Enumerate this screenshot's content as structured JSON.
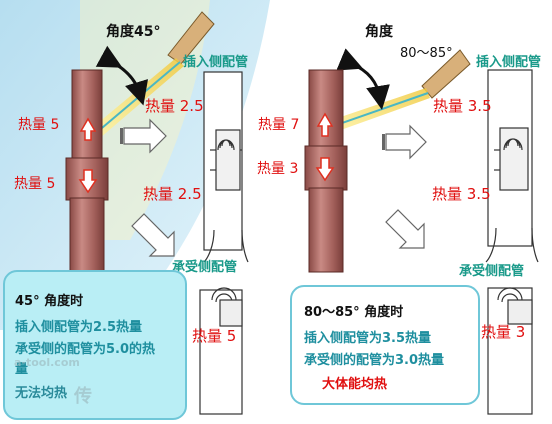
{
  "left": {
    "angle_label": "角度45°",
    "insert_side": "插入侧配管",
    "receive_side": "承受侧配管",
    "heat_insert": "热量 5",
    "heat_receive": "热量 5",
    "socket_heat_top": "热量 2.5",
    "socket_heat_bottom": "热量 2.5",
    "lower_heat": "热量 5"
  },
  "right": {
    "angle_label": "角度",
    "angle_value": "80～85°",
    "insert_side": "插入侧配管",
    "receive_side": "承受侧配管",
    "heat_insert": "热量 7",
    "heat_receive": "热量 3",
    "socket_heat_top": "热量 3.5",
    "socket_heat_bottom": "热量 3.5",
    "lower_heat": "热量 3"
  },
  "box_left": {
    "title": "45°  角度时",
    "line1": "插入侧配管为2.5热量",
    "line2": "承受侧的配管为5.0的热",
    "line3": "量",
    "line4": "无法均热"
  },
  "box_right": {
    "title": "80～85°  角度时",
    "line1": "插入侧配管为3.5热量",
    "line2": "承受侧的配管为3.0热量",
    "line3": "大体能均热"
  },
  "watermark": {
    "text1": "a-tool.com",
    "text2": "传"
  }
}
